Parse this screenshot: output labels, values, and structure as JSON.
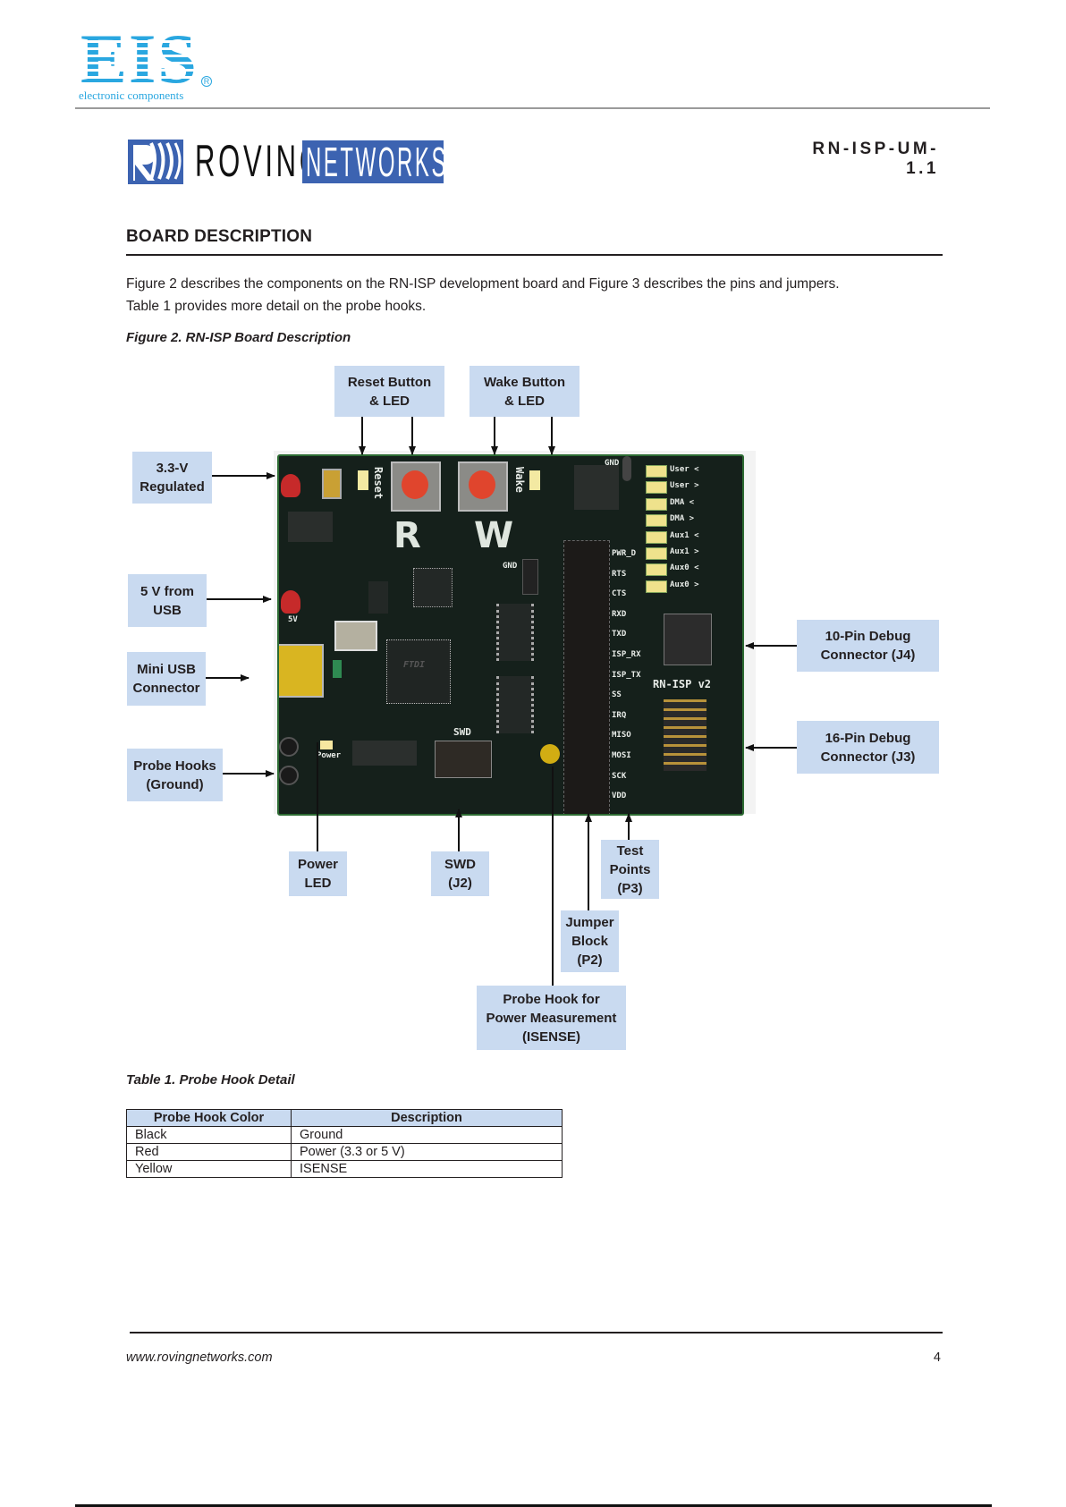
{
  "header": {
    "eis_logo": {
      "letters": "EIS",
      "tagline": "electronic components",
      "registered": "R"
    },
    "roving_logo": {
      "word1": "ROVING",
      "word2": "NETWORKS"
    },
    "document_id": "RN-ISP-UM-1.1"
  },
  "section": {
    "title": "BOARD DESCRIPTION",
    "paragraph_lines": [
      "Figure 2 describes the components on the RN-ISP development board and Figure 3 describes the pins and jumpers.",
      "Table 1 provides more detail on the probe hooks."
    ]
  },
  "figure": {
    "caption": "Figure 2. RN-ISP Board Description",
    "callouts": {
      "reset": [
        "Reset Button",
        "& LED"
      ],
      "wake": [
        "Wake Button",
        "& LED"
      ],
      "v33": [
        "3.3-V",
        "Regulated"
      ],
      "v5": [
        "5 V from",
        "USB"
      ],
      "usb": [
        "Mini USB",
        "Connector"
      ],
      "probe_ground": [
        "Probe Hooks",
        "(Ground)"
      ],
      "debug10": [
        "10-Pin Debug",
        "Connector (J4)"
      ],
      "debug16": [
        "16-Pin Debug",
        "Connector (J3)"
      ],
      "power_led": [
        "Power",
        "LED"
      ],
      "swd": [
        "SWD",
        "(J2)"
      ],
      "test_points": [
        "Test",
        "Points",
        "(P3)"
      ],
      "jumper_block": [
        "Jumper",
        "Block",
        "(P2)"
      ],
      "isense": [
        "Probe Hook for",
        "Power Measurement",
        "(ISENSE)"
      ]
    },
    "board_silkscreen": {
      "reset": "Reset",
      "wake": "Wake",
      "r": "R",
      "w": "W",
      "gnd": "GND",
      "v5": "5V",
      "swd": "SWD",
      "power": "Power",
      "board_name": "RN-ISP v2",
      "led_labels": [
        "User",
        "User",
        "DMA",
        "DMA",
        "Aux1",
        "Aux1",
        "Aux0",
        "Aux0"
      ],
      "pin_labels": [
        "PWR_D",
        "RTS",
        "CTS",
        "RXD",
        "TXD",
        "ISP_RX",
        "ISP_TX",
        "SS",
        "IRQ",
        "MISO",
        "MOSI",
        "SCK",
        "VDD"
      ],
      "ftdi": "FTDI"
    }
  },
  "table": {
    "caption": "Table 1. Probe Hook Detail",
    "headers": [
      "Probe Hook Color",
      "Description"
    ],
    "rows": [
      [
        "Black",
        "Ground"
      ],
      [
        "Red",
        "Power (3.3 or 5 V)"
      ],
      [
        "Yellow",
        "ISENSE"
      ]
    ]
  },
  "footer": {
    "url": "www.rovingnetworks.com",
    "page": "4"
  },
  "colors": {
    "callout_bg": "#c9daf0",
    "brand_blue": "#3c63b1",
    "eis_blue": "#2aa7e0"
  }
}
